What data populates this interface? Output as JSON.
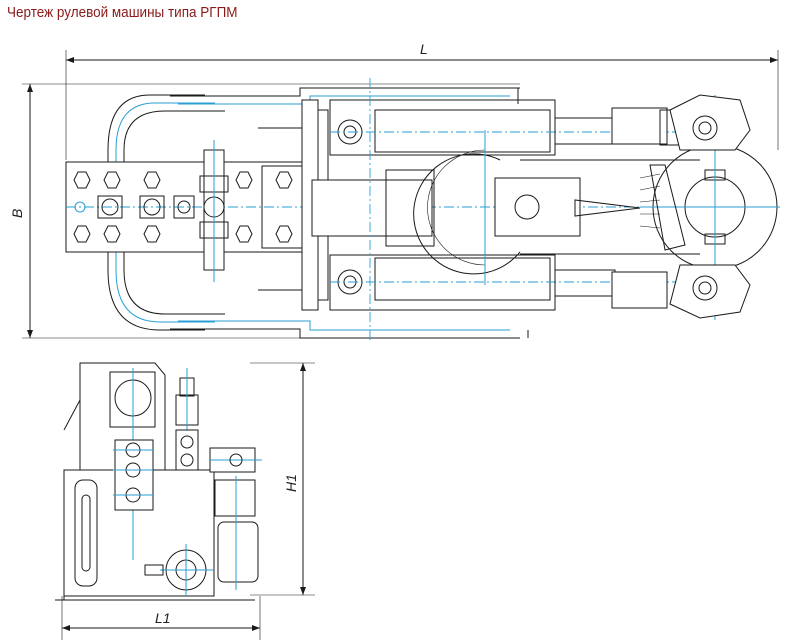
{
  "title": "Чертеж рулевой машины типа РГПМ",
  "dimensions": {
    "length": "L",
    "width": "B",
    "height": "H1",
    "length2": "L1"
  },
  "colors": {
    "title": "#8b1a1a",
    "outline": "#1a1a1a",
    "center_lines": "#2a9fd6"
  }
}
